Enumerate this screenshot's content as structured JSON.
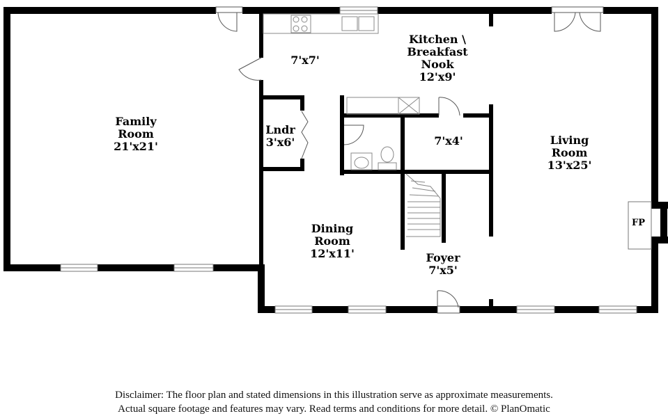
{
  "rooms": {
    "family": {
      "name_line1": "Family",
      "name_line2": "Room",
      "size": "21'x21'"
    },
    "kitchen": {
      "name_line1": "Kitchen \\",
      "name_line2": "Breakfast",
      "name_line3": "Nook",
      "size": "12'x9'"
    },
    "nook_small": {
      "size": "7'x7'"
    },
    "laundry": {
      "name": "Lndr",
      "size": "3'x6'"
    },
    "closet": {
      "size": "7'x4'"
    },
    "living": {
      "name_line1": "Living",
      "name_line2": "Room",
      "size": "13'x25'"
    },
    "dining": {
      "name_line1": "Dining",
      "name_line2": "Room",
      "size": "12'x11'"
    },
    "foyer": {
      "name": "Foyer",
      "size": "7'x5'"
    },
    "fireplace": {
      "label": "FP"
    }
  },
  "disclaimer": {
    "line1": "Disclaimer: The floor plan and stated dimensions in this illustration serve as approximate measurements.",
    "line2": "Actual square footage and features may vary. Read terms and conditions for more detail. © PlanOmatic"
  },
  "colors": {
    "wall": "#000000",
    "fixture": "#888888",
    "window": "#9a9a9a",
    "background": "#ffffff"
  }
}
